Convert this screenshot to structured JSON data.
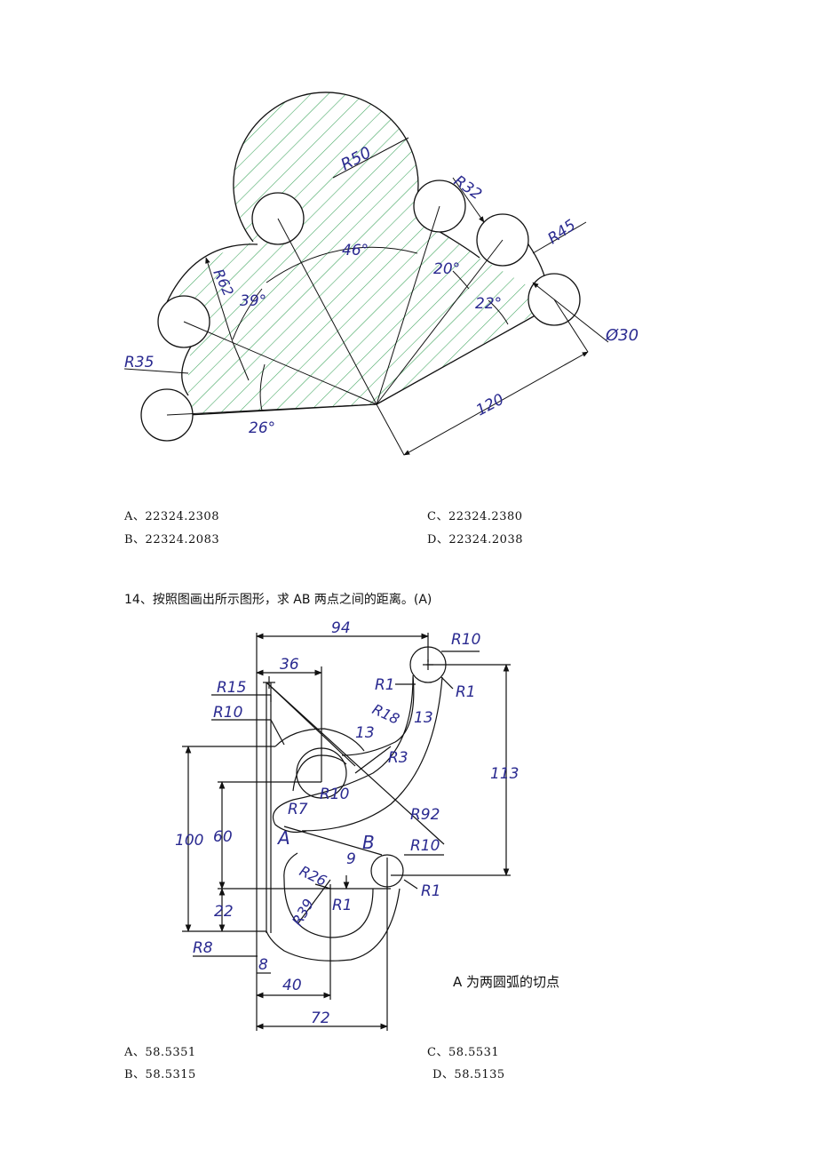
{
  "figure1": {
    "dimension_labels": {
      "r50": "R50",
      "r32": "R32",
      "r45": "R45",
      "r62": "R62",
      "r35": "R35",
      "a46": "46°",
      "a20": "20°",
      "a22": "22°",
      "a39": "39°",
      "a26": "26°",
      "d30": "Ø30",
      "l120": "120"
    }
  },
  "question13_options": [
    {
      "text": "A、22324.2308"
    },
    {
      "text": "B、22324.2083"
    },
    {
      "text": "C、22324.2380"
    },
    {
      "text": "D、22324.2038"
    }
  ],
  "question14": {
    "text": "14、按照图画出所示图形，求 AB 两点之间的距离。(A)",
    "figure": {
      "dimension_labels": {
        "d94": "94",
        "d36": "36",
        "r10_top": "R10",
        "r1_a": "R1",
        "r1_b": "R1",
        "r15": "R15",
        "r10_b": "R10",
        "r18": "R18",
        "d13_a": "13",
        "d13_b": "13",
        "r3": "R3",
        "d113": "113",
        "d100": "100",
        "d60": "60",
        "r10_c": "R10",
        "r7": "R7",
        "r92": "R92",
        "pt_a": "A",
        "pt_b": "B",
        "r10_d": "R10",
        "d9": "9",
        "r26": "R26",
        "r39": "R39",
        "r1_c": "R1",
        "r1_d": "R1",
        "d22": "22",
        "r8": "R8",
        "d8": "8",
        "d40": "40",
        "d72": "72"
      },
      "note": "A 为两圆弧的切点"
    },
    "options": [
      {
        "text": "A、58.5351"
      },
      {
        "text": "B、58.5315"
      },
      {
        "text": "C、58.5531"
      },
      {
        "text": "D、58.5135"
      }
    ]
  }
}
